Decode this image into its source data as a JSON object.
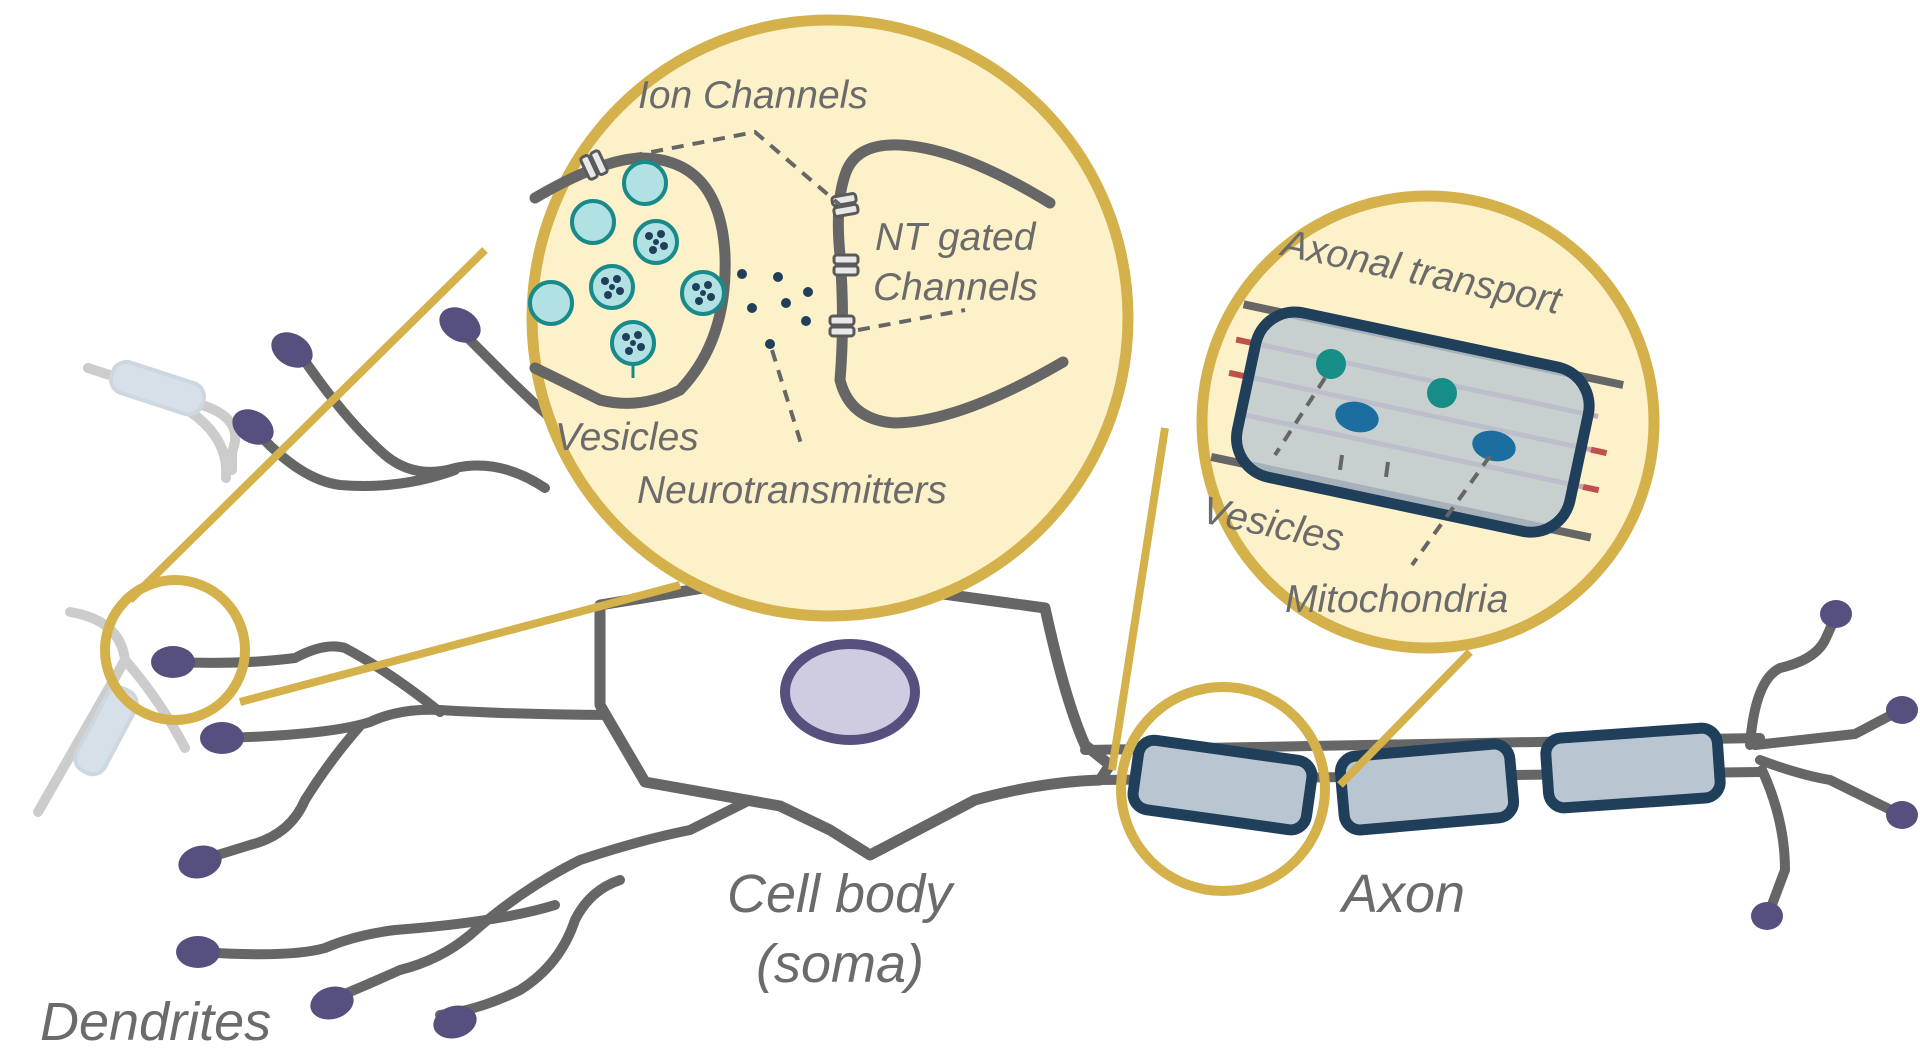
{
  "labels": {
    "ion_channels": "Ion Channels",
    "nt_gated_1": "NT gated",
    "nt_gated_2": "Channels",
    "vesicles_synapse": "Vesicles",
    "neurotransmitters": "Neurotransmitters",
    "axonal_transport": "Axonal transport",
    "vesicles_axon": "Vesicles",
    "mitochondria": "Mitochondria",
    "cell_body_1": "Cell body",
    "cell_body_2": "(soma)",
    "axon": "Axon",
    "dendrites": "Dendrites"
  },
  "colors": {
    "membrane": "#666666",
    "zoom_outline": "#d4b14a",
    "zoom_fill": "#fdf1c9",
    "dendrite_tip": "#56507f",
    "nucleus_fill": "#cfcce2",
    "nucleus_stroke": "#56507f",
    "myelin_fill": "#b9c6d1",
    "myelin_stroke": "#1f3f5a",
    "vesicle_empty": "#b1e1e3",
    "vesicle_stroke": "#198a8a",
    "vesicle_dot": "#1f3f5a",
    "mito": "#1c6ea0",
    "transport_vesicle": "#168d86",
    "microtubule": "#c9a6b4",
    "node_red": "#c0504d",
    "label_text": "#6b6b6b"
  }
}
